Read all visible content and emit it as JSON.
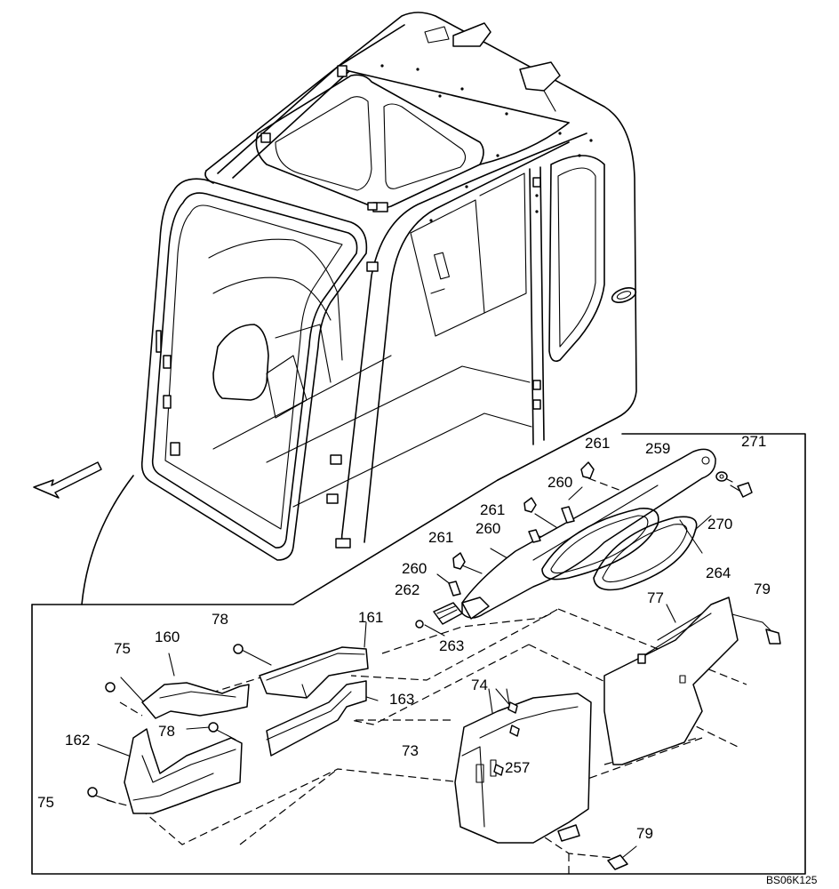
{
  "diagram": {
    "drawing_code": "BS06K125",
    "part_labels": [
      {
        "id": "p261a",
        "text": "261"
      },
      {
        "id": "p259",
        "text": "259"
      },
      {
        "id": "p271",
        "text": "271"
      },
      {
        "id": "p260a",
        "text": "260"
      },
      {
        "id": "p261b",
        "text": "261"
      },
      {
        "id": "p260b",
        "text": "260"
      },
      {
        "id": "p270",
        "text": "270"
      },
      {
        "id": "p261c",
        "text": "261"
      },
      {
        "id": "p260c",
        "text": "260"
      },
      {
        "id": "p264",
        "text": "264"
      },
      {
        "id": "p262",
        "text": "262"
      },
      {
        "id": "p263",
        "text": "263"
      },
      {
        "id": "p79a",
        "text": "79"
      },
      {
        "id": "p77",
        "text": "77"
      },
      {
        "id": "p78a",
        "text": "78"
      },
      {
        "id": "p161",
        "text": "161"
      },
      {
        "id": "p75a",
        "text": "75"
      },
      {
        "id": "p160",
        "text": "160"
      },
      {
        "id": "p163",
        "text": "163"
      },
      {
        "id": "p74",
        "text": "74"
      },
      {
        "id": "p162",
        "text": "162"
      },
      {
        "id": "p78b",
        "text": "78"
      },
      {
        "id": "p73",
        "text": "73"
      },
      {
        "id": "p257",
        "text": "257"
      },
      {
        "id": "p75b",
        "text": "75"
      },
      {
        "id": "p79b",
        "text": "79"
      }
    ]
  }
}
